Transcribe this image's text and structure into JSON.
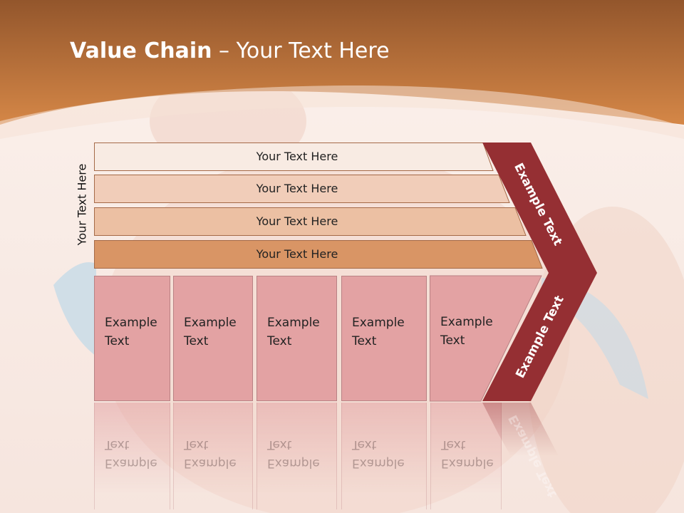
{
  "slide": {
    "title_bold": "Value Chain",
    "title_rest": " – Your Text Here",
    "side_label": "Your Text Here"
  },
  "bars": [
    {
      "label": "Your Text Here",
      "color": "#f8ebe3"
    },
    {
      "label": "Your Text Here",
      "color": "#f1cdb9"
    },
    {
      "label": "Your Text Here",
      "color": "#ecc0a3"
    },
    {
      "label": "Your Text Here",
      "color": "#d99565"
    }
  ],
  "boxes": [
    {
      "line1": "Example",
      "line2": "Text"
    },
    {
      "line1": "Example",
      "line2": "Text"
    },
    {
      "line1": "Example",
      "line2": "Text"
    },
    {
      "line1": "Example",
      "line2": "Text"
    },
    {
      "line1": "Example",
      "line2": "Text"
    }
  ],
  "chevron": {
    "upper_label": "Example Text",
    "lower_label": "Example Text",
    "color": "#952f33"
  },
  "colors": {
    "header_orange": "#c97b45",
    "box_fill": "#e3a2a3"
  }
}
